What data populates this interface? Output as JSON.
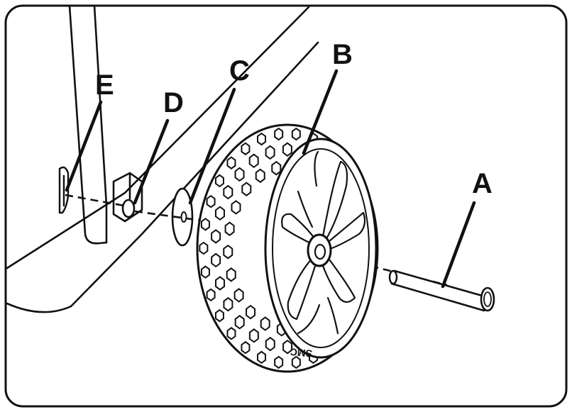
{
  "labels": {
    "a": "A",
    "b": "B",
    "c": "C",
    "d": "D",
    "e": "E"
  },
  "tire_brand": "SMC"
}
